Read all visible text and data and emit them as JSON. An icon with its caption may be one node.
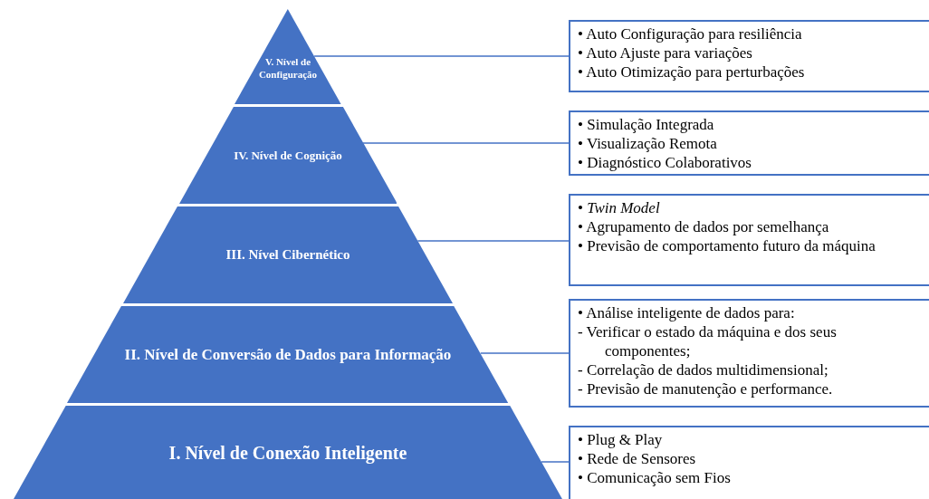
{
  "diagram": {
    "nodes": [
      {
        "text": [
          "V. Nível de Configuração"
        ]
      },
      {
        "text": [
          "IV. Nível de Cognição"
        ]
      },
      {
        "text": [
          "III. Nível Cibernético"
        ]
      },
      {
        "text": [
          "II. Nível de Conversão de Dados para Informação"
        ]
      },
      {
        "text": [
          "I. Nível de Conexão Inteligente"
        ]
      },
      {
        "text": [
          "• Auto Configuração para resiliência",
          "• Auto Ajuste para variações",
          "• Auto Otimização para perturbações"
        ]
      },
      {
        "text": [
          "• Simulação Integrada",
          "• Visualização Remota",
          "• Diagnóstico Colaborativos"
        ]
      },
      {
        "text": [
          "• *Twin Model*",
          "• Agrupamento de dados por semelhança",
          "• Previsão de comportamento futuro da máquina"
        ]
      },
      {
        "text": [
          "• Análise inteligente de dados para:",
          "- Verificar o estado da máquina e dos seus componentes;",
          "- Correlação de dados multidimensional;",
          "- Previsão de manutenção e performance."
        ]
      },
      {
        "text": [
          "• Plug & Play",
          "• Rede de Sensores",
          "• Comunicação sem Fios"
        ]
      }
    ],
    "edges": [
      {
        "from": 0,
        "to": 5,
        "arrow": "none"
      },
      {
        "from": 1,
        "to": 6,
        "arrow": "none"
      },
      {
        "from": 2,
        "to": 7,
        "arrow": "none"
      },
      {
        "from": 3,
        "to": 8,
        "arrow": "none"
      },
      {
        "from": 4,
        "to": 9,
        "arrow": "none"
      }
    ]
  }
}
